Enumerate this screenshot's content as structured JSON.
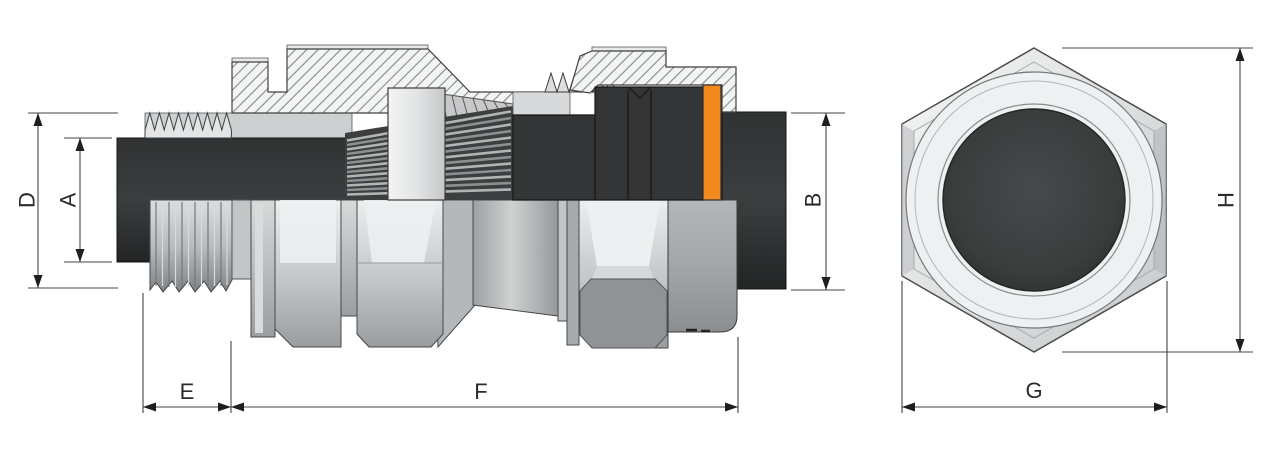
{
  "drawing": {
    "dimensions": {
      "D": "D",
      "A": "A",
      "B": "B",
      "E": "E",
      "F": "F",
      "G": "G",
      "H": "H"
    },
    "colors": {
      "seal_accent": "#F1891F",
      "cable": "#2E3031",
      "metal_light": "#ECEEEF",
      "metal_mid": "#A0A3A5",
      "hatch_line": "#85888A",
      "dimension_line": "#454545"
    }
  }
}
